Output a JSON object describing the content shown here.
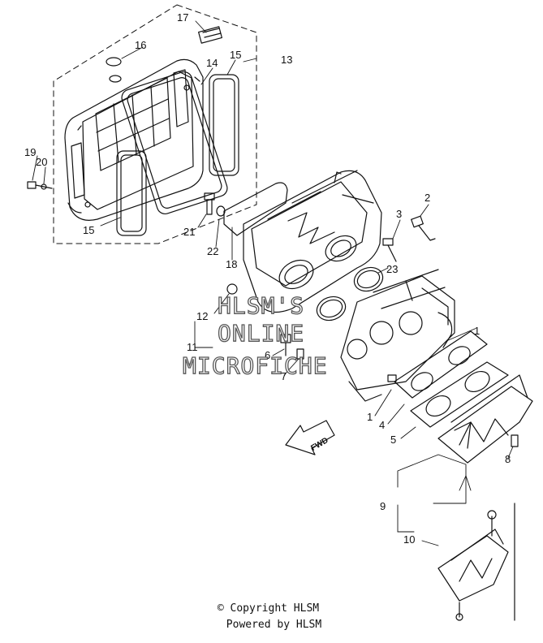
{
  "callouts": [
    "1",
    "1",
    "2",
    "3",
    "4",
    "5",
    "6",
    "7",
    "8",
    "9",
    "10",
    "11",
    "12",
    "13",
    "14",
    "15",
    "15",
    "16",
    "17",
    "18",
    "19",
    "20",
    "21",
    "22",
    "23"
  ],
  "fwd_label": "FWD",
  "watermark": {
    "line1": "HLSM'S",
    "line2": "ONLINE",
    "line3": "MICROFICHE"
  },
  "footer": {
    "copyright": "© Copyright HLSM",
    "powered": "Powered by HLSM"
  }
}
